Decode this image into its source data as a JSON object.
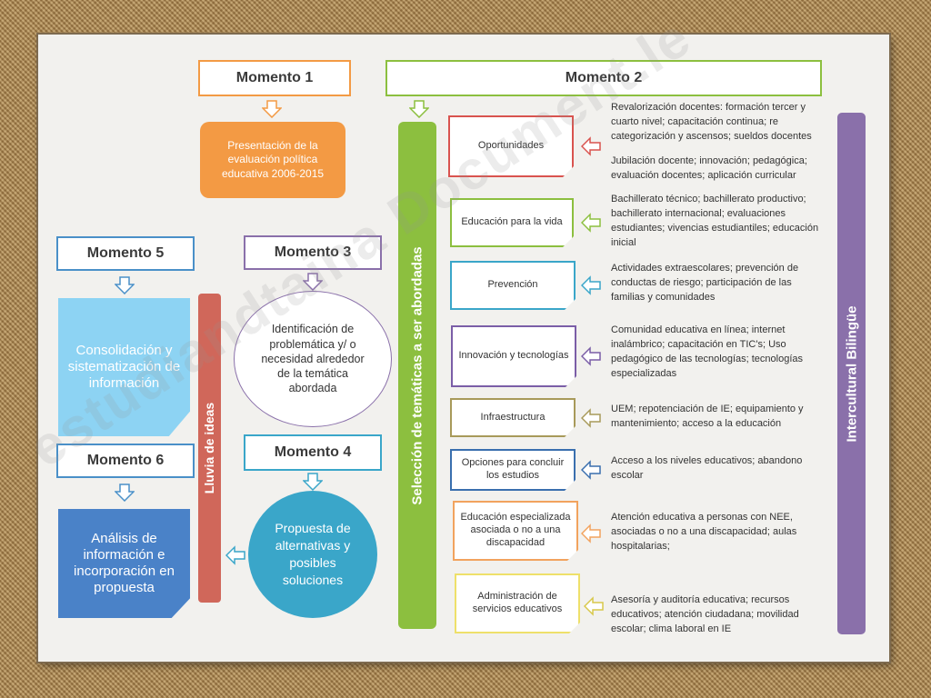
{
  "watermark": "estudiandtaina Document.le",
  "momentos": {
    "m1": "Momento 1",
    "m2": "Momento 2",
    "m3": "Momento 3",
    "m4": "Momento 4",
    "m5": "Momento 5",
    "m6": "Momento 6"
  },
  "nodes": {
    "presentacion": "Presentación de la evaluación política educativa  2006-2015",
    "identificacion": "Identificación de problemática y/ o necesidad alrededor de la temática abordada",
    "propuesta": "Propuesta de alternativas y posibles soluciones",
    "consolidacion": "Consolidación y sistematización de información",
    "analisis": "Análisis de información e incorporación en propuesta"
  },
  "bars": {
    "lluvia": "Lluvia de ideas",
    "seleccion": "Selección de temáticas a ser abordadas",
    "intercultural": "Intercultural Bilingüe"
  },
  "categories": [
    {
      "label": "Oportunidades",
      "color": "#d9534f"
    },
    {
      "label": "Educación para la vida",
      "color": "#8cbf3f"
    },
    {
      "label": "Prevención",
      "color": "#3aa6c9"
    },
    {
      "label": "Innovación y tecnologías",
      "color": "#7b5ea7"
    },
    {
      "label": "Infraestructura",
      "color": "#a89a5a"
    },
    {
      "label": "Opciones para concluir los estudios",
      "color": "#3a6fae"
    },
    {
      "label": "Educación especializada asociada o no a una discapacidad",
      "color": "#f2a35e"
    },
    {
      "label": "Administración de servicios educativos",
      "color": "#eee06a"
    }
  ],
  "descriptions": [
    "Revalorización docentes: formación tercer y cuarto nivel;  capacitación continua; re categorización y ascensos; sueldos docentes",
    "Jubilación docente; innovación; pedagógica; evaluación docentes; aplicación  curricular",
    "Bachillerato técnico; bachillerato productivo; bachillerato internacional; evaluaciones estudiantes; vivencias estudiantiles; educación inicial",
    "Actividades extraescolares; prevención de conductas de riesgo; participación de las familias y comunidades",
    "Comunidad educativa en línea; internet inalámbrico; capacitación en TIC's; Uso pedagógico de las tecnologías; tecnologías especializadas",
    "UEM; repotenciación de IE; equipamiento y mantenimiento; acceso a la educación",
    "Acceso a los niveles educativos; abandono escolar",
    "Atención educativa a personas con  NEE, asociadas o no a una discapacidad; aulas hospitalarias;",
    "Asesoría y auditoría educativa; recursos educativos; atención ciudadana; movilidad escolar; clima laboral en IE"
  ],
  "colors": {
    "orange": "#f39a44",
    "green": "#8cbf3f",
    "purple": "#8a70aa",
    "blue": "#4a90c8",
    "teal": "#3aa6c9",
    "red": "#d0675a",
    "lightblue": "#8dd3f3"
  }
}
